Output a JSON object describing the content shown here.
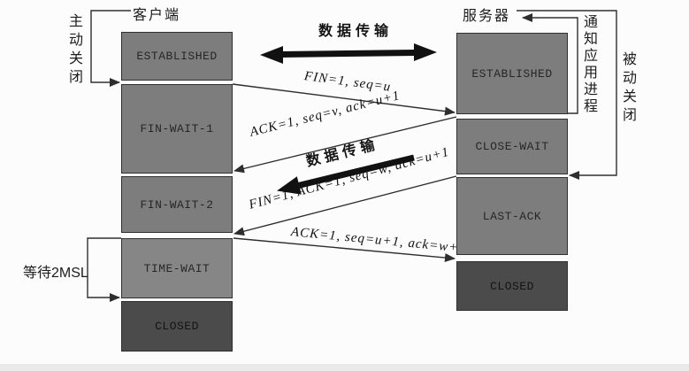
{
  "client": {
    "label": "客户端",
    "role_label": "主动关闭",
    "wait_label": "等待2MSL",
    "states": [
      "ESTABLISHED",
      "FIN-WAIT-1",
      "FIN-WAIT-2",
      "TIME-WAIT",
      "CLOSED"
    ]
  },
  "server": {
    "label": "服务器",
    "role_label": "被动关闭",
    "notify_label": "通知应用进程",
    "states": [
      "ESTABLISHED",
      "CLOSE-WAIT",
      "LAST-ACK",
      "CLOSED"
    ]
  },
  "messages": {
    "data_transfer_top": "数据传输",
    "data_transfer_mid": "数据传输",
    "fin": "FIN=1, seq=u",
    "ack1": "ACK=1, seq=v, ack=u+1",
    "finack": "FIN=1, ACK=1, seq=w, ack=u+1",
    "ack2": "ACK=1, seq=u+1, ack=w+1"
  },
  "colors": {
    "box_gray": "#7d7d7d",
    "box_dark": "#4b4b4b",
    "line": "#2e2e2e",
    "background": "#fcfcfc"
  }
}
